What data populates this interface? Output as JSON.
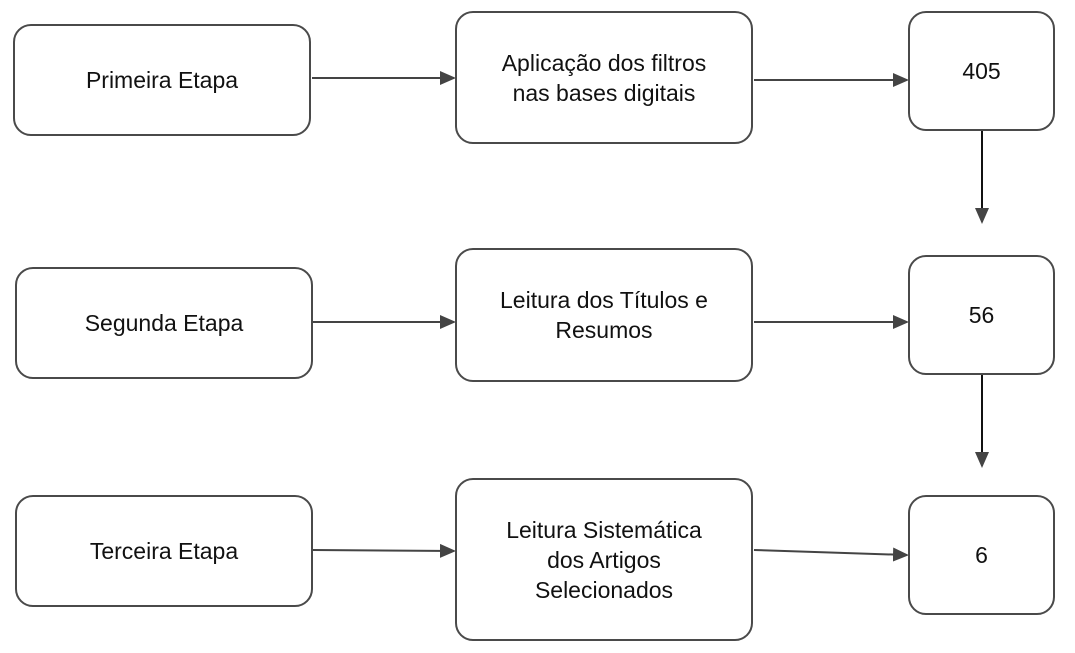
{
  "stages": [
    {
      "stage_label": "Primeira Etapa",
      "process_label": "Aplicação dos filtros\nnas bases digitais",
      "count": "405"
    },
    {
      "stage_label": "Segunda Etapa",
      "process_label": "Leitura dos Títulos e\nResumos",
      "count": "56"
    },
    {
      "stage_label": "Terceira Etapa",
      "process_label": "Leitura Sistemática\ndos Artigos\nSelecionados",
      "count": "6"
    }
  ],
  "colors": {
    "border": "#4a4a4a",
    "arrow": "#444444",
    "text": "#111111",
    "background": "#ffffff"
  }
}
